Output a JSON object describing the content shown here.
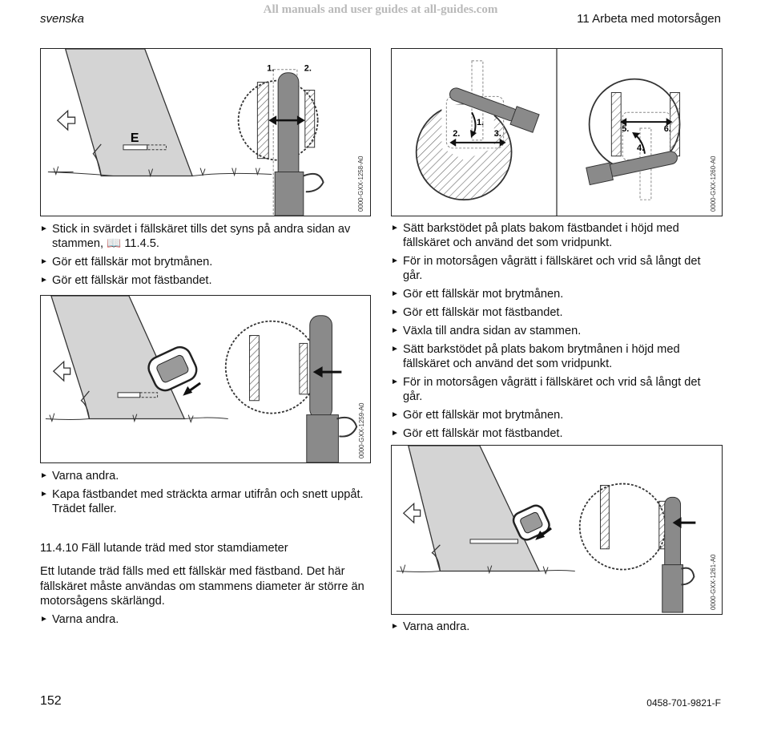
{
  "watermark": "All manuals and user guides at all-guides.com",
  "header": {
    "language": "svenska",
    "chapter": "11 Arbeta med motorsågen"
  },
  "figures": {
    "fig1": {
      "code": "0000-GXX-1258-A0",
      "label_e": "E",
      "step1": "1.",
      "step2": "2."
    },
    "fig2": {
      "code": "0000-GXX-1259-A0"
    },
    "fig3": {
      "code": "0000-GXX-1260-A0",
      "step1": "1.",
      "step2": "2.",
      "step3": "3.",
      "step4": "4.",
      "step5": "5.",
      "step6": "6."
    },
    "fig4": {
      "code": "0000-GXX-1261-A0"
    }
  },
  "left": {
    "list1": [
      "Stick in svärdet i fällskäret tills det syns på andra sidan av stammen,",
      "Gör ett fällskär mot brytmånen.",
      "Gör ett fällskär mot fästbandet."
    ],
    "list1_ref": "11.4.5.",
    "list2": [
      "Varna andra.",
      "Kapa fästbandet med sträckta armar utifrån och snett uppåt."
    ],
    "list2_extra": "Trädet faller.",
    "heading": "11.4.10 Fäll lutande träd med stor stamdiameter",
    "paragraph": "Ett lutande träd fälls med ett fällskär med fästband. Det här fällskäret måste användas om stammens diameter är större än motorsågens skärlängd.",
    "list3": [
      "Varna andra."
    ]
  },
  "right": {
    "list1": [
      "Sätt barkstödet på plats bakom fästbandet i höjd med fällskäret och använd det som vridpunkt.",
      "För in motorsågen vågrätt i fällskäret och vrid så långt det går.",
      "Gör ett fällskär mot brytmånen.",
      "Gör ett fällskär mot fästbandet.",
      "Växla till andra sidan av stammen.",
      "Sätt barkstödet på plats bakom brytmånen i höjd med fällskäret och använd det som vridpunkt.",
      "För in motorsågen vågrätt i fällskäret och vrid så långt det går.",
      "Gör ett fällskär mot brytmånen.",
      "Gör ett fällskär mot fästbandet."
    ],
    "list2": [
      "Varna andra."
    ]
  },
  "footer": {
    "page_number": "152",
    "doc_code": "0458-701-9821-F"
  }
}
